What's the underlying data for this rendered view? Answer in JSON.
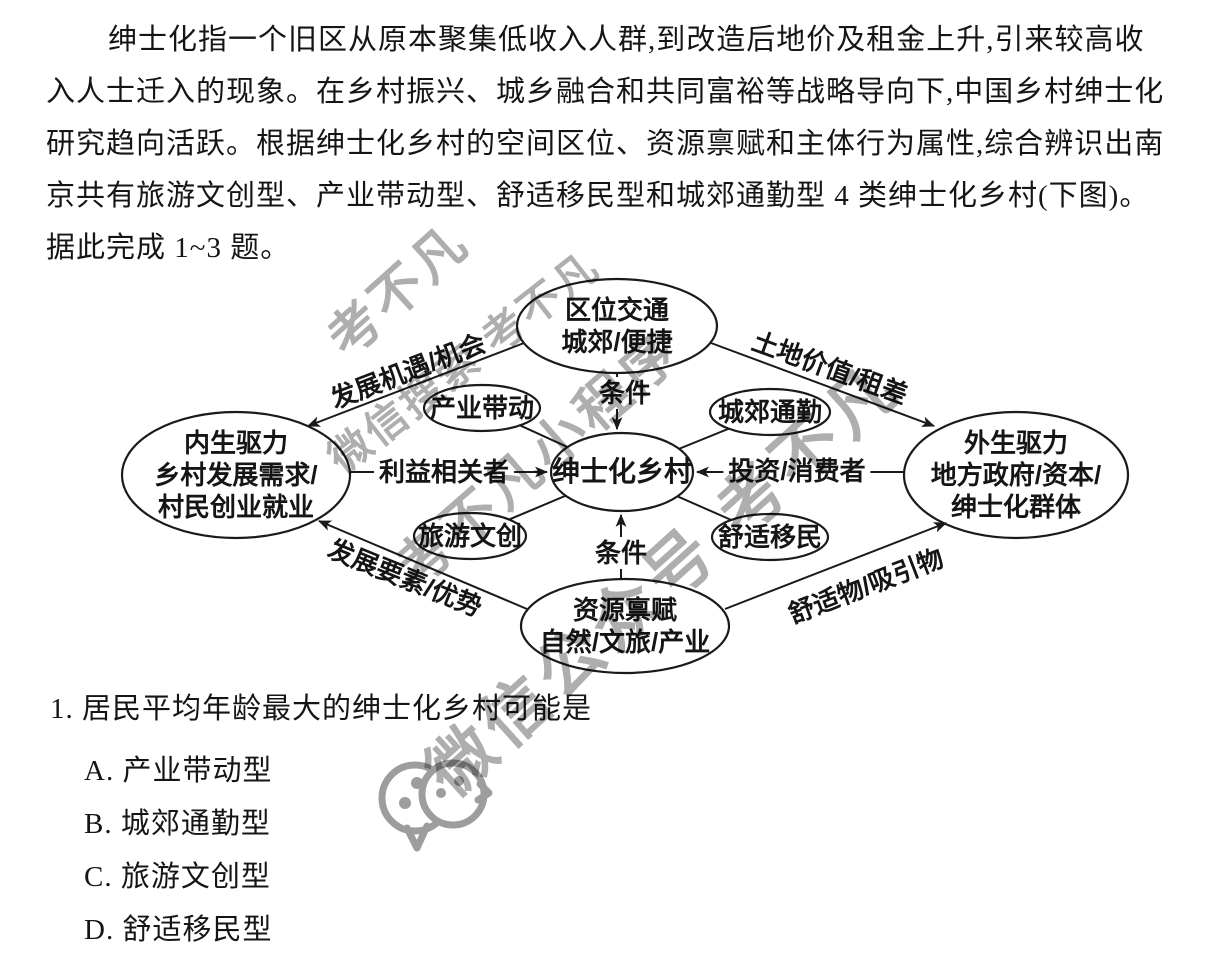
{
  "intro": {
    "lines": [
      "绅士化指一个旧区从原本聚集低收入人群,到改造后地价及租金上升,引来较高收",
      "入人士迁入的现象。在乡村振兴、城乡融合和共同富裕等战略导向下,中国乡村绅士化",
      "研究趋向活跃。根据绅士化乡村的空间区位、资源禀赋和主体行为属性,综合辨识出南",
      "京共有旅游文创型、产业带动型、舒适移民型和城郊通勤型 4 类绅士化乡村(下图)。",
      "据此完成 1~3 题。"
    ]
  },
  "diagram": {
    "nodes": {
      "location": {
        "line1": "区位交通",
        "line2": "城郊/便捷"
      },
      "endogenous": {
        "line1": "内生驱力",
        "line2": "乡村发展需求/",
        "line3": "村民创业就业"
      },
      "exogenous": {
        "line1": "外生驱力",
        "line2": "地方政府/资本/",
        "line3": "绅士化群体"
      },
      "resource": {
        "line1": "资源禀赋",
        "line2": "自然/文旅/产业"
      },
      "center": {
        "label": "绅士化乡村"
      },
      "industry": {
        "label": "产业带动"
      },
      "commuter": {
        "label": "城郊通勤"
      },
      "tourism": {
        "label": "旅游文创"
      },
      "amenity": {
        "label": "舒适移民"
      }
    },
    "edges": {
      "condition_top": "条件",
      "condition_bottom": "条件",
      "stakeholder": "利益相关者",
      "investment": "投资/消费者",
      "opportunity": "发展机遇/机会",
      "factor": "发展要素/优势",
      "land_value": "土地价值/租差",
      "amenity_attraction": "舒适物/吸引物"
    }
  },
  "question": {
    "stem": "1. 居民平均年龄最大的绅士化乡村可能是",
    "options": [
      "A. 产业带动型",
      "B. 城郊通勤型",
      "C. 旅游文创型",
      "D. 舒适移民型"
    ]
  },
  "watermarks": {
    "brand": "考不凡",
    "search": "微信搜索 考不凡",
    "mini_program": "考不凡小程序",
    "official_account": "微信公众号 考不凡"
  },
  "colors": {
    "text": "#151515",
    "background": "#ffffff",
    "diagram_stroke": "#1a1a1a",
    "watermark": "#9a9a9a"
  }
}
